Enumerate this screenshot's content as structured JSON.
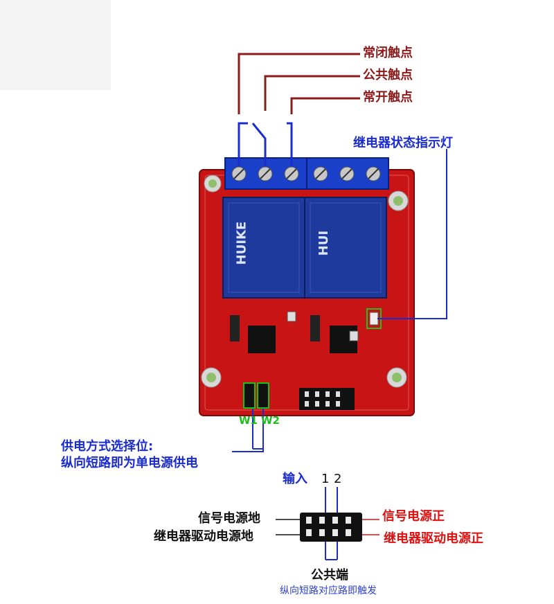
{
  "relay_labels": {
    "normally_closed": "常闭触点",
    "common": "公共触点",
    "normally_open": "常开触点",
    "status_led": "继电器状态指示灯"
  },
  "board": {
    "relay1_brand": "HUIKE",
    "relay2_brand": "HUI"
  },
  "jumper": {
    "w1": "W1",
    "w2": "W2",
    "title_line1": "供电方式选择位:",
    "title_line2": "纵向短路即为单电源供电"
  },
  "connector": {
    "input_label": "输入",
    "pin1": "1",
    "pin2": "2",
    "signal_gnd": "信号电源地",
    "relay_gnd": "继电器驱动电源地",
    "signal_vcc": "信号电源正",
    "relay_vcc": "继电器驱动电源正",
    "common": "公共端",
    "common_note": "纵向短路对应路即触发"
  },
  "colors": {
    "pcb": "#c81414",
    "terminal": "#1a3fc8",
    "relay_body": "#1e3a9c",
    "wire_dark_red": "#8b1a1a",
    "wire_blue": "#1a2bd0",
    "jumper_green": "#18c018"
  }
}
